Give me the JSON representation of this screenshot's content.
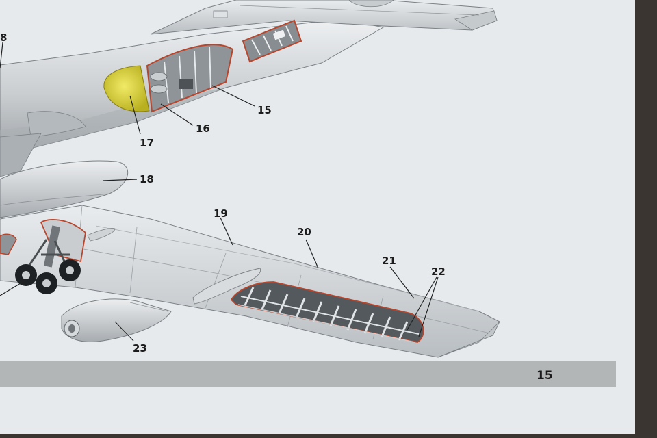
{
  "callouts": [
    "8",
    "15",
    "16",
    "17",
    "18",
    "19",
    "20",
    "21",
    "22",
    "23"
  ],
  "page_number": "15",
  "colors": {
    "paper": "#e6eaed",
    "band": "#b3b6b7",
    "metal": "#d5d9dc",
    "metal_dark": "#9aa0a4",
    "accent_yellow": "#d8d03a",
    "accent_red": "#b8452c"
  }
}
